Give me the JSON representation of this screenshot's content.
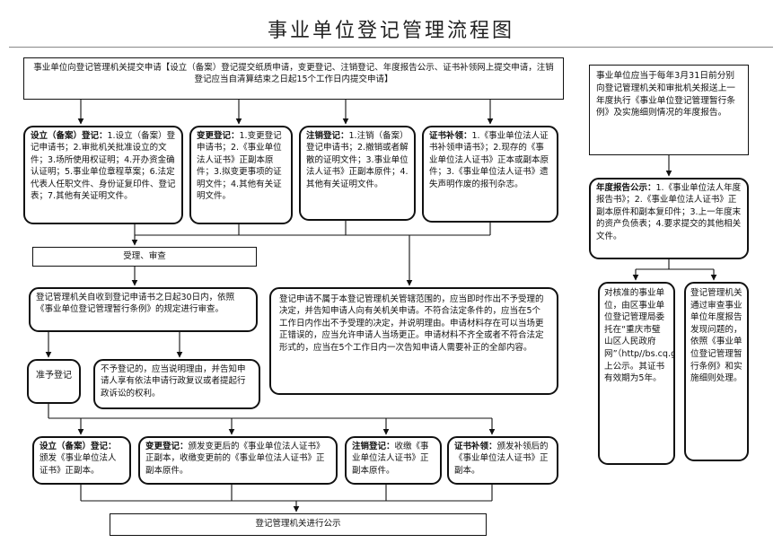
{
  "title": "事业单位登记管理流程图",
  "submit": "事业单位向登记管理机关提交申请【设立（备案）登记提交纸质申请，变更登记、注销登记、年度报告公示、证书补领网上提交申请，注销登记应当自清算结束之日起15个工作日内提交申请】",
  "setup_req": {
    "head": "设立（备案）登记：",
    "body": "1.设立（备案）登记申请书；2.审批机关批准设立的文件；3.场所使用权证明；4.开办资金确认证明；5.事业单位章程草案；6.法定代表人任职文件、身份证复印件、登记表；7.其他有关证明文件。"
  },
  "change_req": {
    "head": "变更登记：",
    "body": "1.变更登记申请书；2.《事业单位法人证书》正副本原件；3.拟变更事项的证明文件；4.其他有关证明文件。"
  },
  "cancel_req": {
    "head": "注销登记：",
    "body": "1.注销（备案）登记申请书；2.撤销或者解散的证明文件；3.事业单位法人证书》正副本原件；4.其他有关证明文件。"
  },
  "reissue_req": {
    "head": "证书补领：",
    "body": "1.《事业单位法人证书补领申请书》；2.现存的《事业单位法人证书》正本或副本原件；3.《事业单位法人证书》遗失声明作废的报刊杂志。"
  },
  "accept": "受理、审查",
  "review": "登记管理机关自收到登记申请书之日起30日内，依照《事业单位登记管理暂行条例》的规定进行审查。",
  "not_accept": "登记申请不属于本登记管理机关管辖范围的，应当即时作出不予受理的决定，并告知申请人向有关机关申请。不符合法定条件的，应当在5个工作日内作出不予受理的决定，并说明理由。申请材料存在可以当场更正错误的，应当允许申请人当场更正。申请材料不齐全或者不符合法定形式的，应当在5个工作日内一次告知申请人需要补正的全部内容。",
  "approve": "准予登记",
  "deny": "不予登记的，应当说明理由，并告知申请人享有依法申请行政复议或者提起行政诉讼的权利。",
  "result_setup": {
    "head": "设立（备案）登记：",
    "body": "颁发《事业单位法人证书》正副本。"
  },
  "result_change": {
    "head": "变更登记：",
    "body": "颁发变更后的《事业单位法人证书》正副本，收缴变更前的《事业单位法人证书》正副本原件。"
  },
  "result_cancel": {
    "head": "注销登记：",
    "body": "收缴《事业单位法人证书》正副本原件。"
  },
  "result_reissue": {
    "head": "证书补领：",
    "body": "颁发补领后的《事业单位法人证书》正副本。"
  },
  "publish": "登记管理机关进行公示",
  "annual_intro": "事业单位应当于每年3月31日前分别向登记管理机关和审批机关报送上一年度执行《事业单位登记管理暂行条例》及实施细则情况的年度报告。",
  "annual_req": {
    "head": "年度报告公示：",
    "body": "1.《事业单位法人年度报告书》；2.《事业单位法人证书》正副本原件和副本复印件；3.上一年度末的资产负债表；4.要求提交的其他相关文件。"
  },
  "annual_pass": "对核准的事业单位，由区事业单位登记管理局委托在“重庆市璧山区人民政府网”（http//bs.cq.gov.cn/）上公示。其证书有效期为5年。",
  "annual_problem": "登记管理机关通过审查事业单位年度报告发现问题的，依照《事业单位登记管理暂行条例》和实施细则处理。"
}
